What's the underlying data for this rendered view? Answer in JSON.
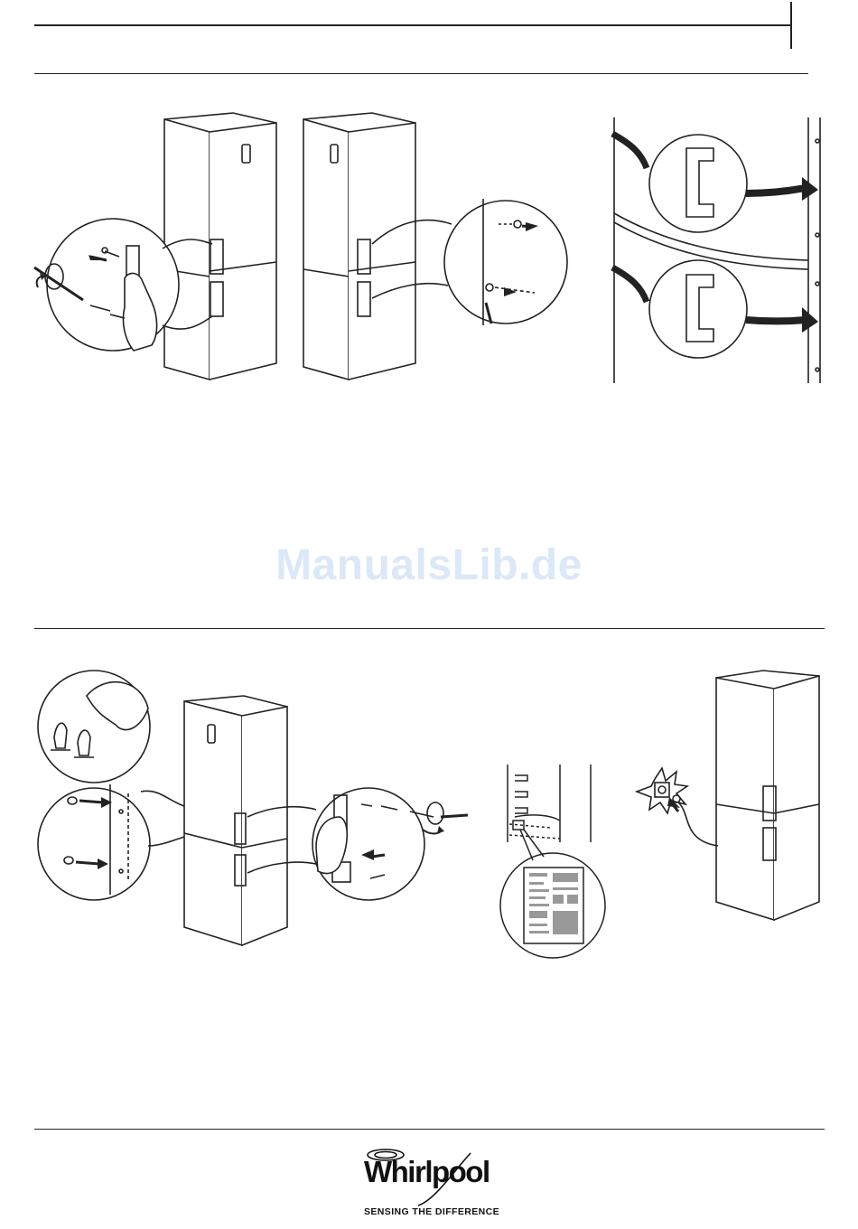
{
  "watermark": {
    "text": "ManualsLib.de"
  },
  "footer": {
    "brand": "Whirlpool",
    "tagline": "SENSING THE DIFFERENCE"
  },
  "illustrations": [
    {
      "name": "hinge-screw-removal",
      "icon": "fridge-hinge-screws-icon"
    },
    {
      "name": "hinge-cap-removal",
      "icon": "fridge-hinge-cap-icon"
    },
    {
      "name": "door-handle-removal",
      "icon": "door-handles-icon"
    },
    {
      "name": "hole-cap-kit",
      "icon": "plastic-plugs-icon"
    },
    {
      "name": "hinge-refit",
      "icon": "fridge-hinge-refit-icon"
    },
    {
      "name": "rating-plate",
      "icon": "rating-plate-icon"
    },
    {
      "name": "power-connection",
      "icon": "power-plug-icon"
    }
  ],
  "colors": {
    "line": "#222222",
    "watermark": "#dbe8f7"
  }
}
